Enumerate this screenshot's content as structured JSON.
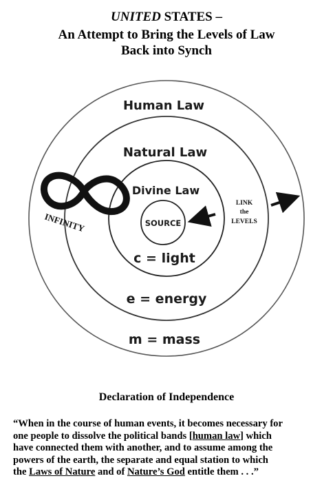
{
  "title": {
    "line1_italic": "UNITED",
    "line1_rest": " STATES –",
    "line2": "An Attempt to Bring the Levels of Law",
    "line3": "Back into Synch"
  },
  "diagram": {
    "rings": {
      "human": "Human Law",
      "natural": "Natural Law",
      "divine": "Divine Law",
      "source": "SOURCE"
    },
    "equations": {
      "light": "c = light",
      "energy": "e = energy",
      "mass": "m = mass"
    },
    "infinity_label": "INFINITY",
    "link": [
      "LINK",
      "the",
      "LEVELS"
    ]
  },
  "declaration": {
    "heading": "Declaration of Independence",
    "q1": "“When in the course of human events, it becomes necessary for",
    "q2a": "one people to dissolve the political bands [",
    "q2u": "human law",
    "q2b": "] which",
    "q3": "have connected them with another, and to assume among the",
    "q4": "powers of the earth, the separate and equal station to which",
    "q5a": "the ",
    "q5u1": "Laws of Nature",
    "q5b": " and of ",
    "q5u2": "Nature’s God",
    "q5c": " entitle them . . .”"
  }
}
